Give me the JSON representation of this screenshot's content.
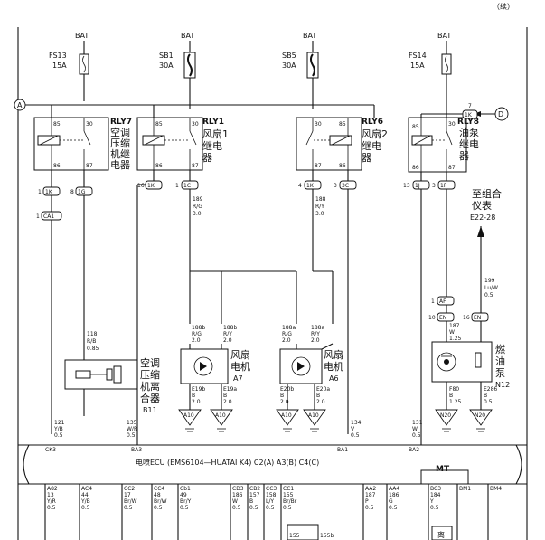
{
  "cont": "（续）",
  "bat": "BAT",
  "fuses": [
    {
      "id": "fs13",
      "name": "FS13",
      "rating": "15A"
    },
    {
      "id": "sb1",
      "name": "SB1",
      "rating": "30A"
    },
    {
      "id": "sb5",
      "name": "SB5",
      "rating": "30A"
    },
    {
      "id": "fs14",
      "name": "FS14",
      "rating": "15A"
    }
  ],
  "points": {
    "a": "A",
    "d": "D"
  },
  "relays": {
    "rly7": {
      "code": "RLY7",
      "name": [
        "空调",
        "压缩",
        "机继",
        "电器"
      ],
      "pins": [
        "85",
        "30",
        "86",
        "87"
      ]
    },
    "rly1": {
      "code": "RLY1",
      "name": [
        "风扇1",
        "继电",
        "器"
      ],
      "pins": [
        "85",
        "30",
        "86",
        "87"
      ]
    },
    "rly6": {
      "code": "RLY6",
      "name": [
        "风扇2",
        "继电",
        "器"
      ],
      "pins": [
        "30",
        "85",
        "87",
        "86"
      ]
    },
    "rly8": {
      "code": "RLY8",
      "name": [
        "油泵",
        "继电",
        "器"
      ],
      "pins": [
        "85",
        "30",
        "86",
        "87"
      ]
    }
  },
  "connectors": {
    "c1k_a": "1K",
    "c1g": "1G",
    "c1k_b": "1K",
    "c1c": "1C",
    "c3c": "3C",
    "c1j": "1J",
    "c1k_c": "1K",
    "c1f": "1F",
    "c1k_d": "1K",
    "ca1": "CA1",
    "caf": "AF",
    "cen1": "EN",
    "cen2": "EN"
  },
  "pin_nums": {
    "p1a": "1",
    "p8": "8",
    "p16": "16",
    "p1b": "1",
    "p4": "4",
    "p3": "3",
    "p13": "13",
    "p3b": "3",
    "p7": "7",
    "p1c": "1",
    "p1d": "1",
    "p10": "10",
    "p16b": "16"
  },
  "wires": {
    "w189": [
      "189",
      "R/G",
      "3.0"
    ],
    "w188": [
      "188",
      "R/Y",
      "3.0"
    ],
    "w118": [
      "118",
      "R/B",
      "0.85"
    ],
    "w188b": [
      "188b",
      "R/G",
      "2.0"
    ],
    "w188bb": [
      "188b",
      "R/Y",
      "2.0"
    ],
    "w188a": [
      "188a",
      "R/G",
      "2.0"
    ],
    "w188aa": [
      "188a",
      "R/Y",
      "2.0"
    ],
    "w199": [
      "199",
      "Lu/W",
      "0.5"
    ],
    "w187": [
      "187",
      "W",
      "1.25"
    ],
    "w196": [
      "E19b",
      "B",
      "2.0"
    ],
    "w19a": [
      "E19a",
      "B",
      "2.0"
    ],
    "w20b": [
      "E20b",
      "B",
      "2.0"
    ],
    "w20a": [
      "E20a",
      "B",
      "2.0"
    ],
    "wf80": [
      "F80",
      "B",
      "1.25"
    ],
    "w286": [
      "E286",
      "B",
      "0.5"
    ],
    "w121": [
      "121",
      "Y/B",
      "0.5"
    ],
    "w135": [
      "135",
      "W/R",
      "0.5"
    ],
    "w134": [
      "134",
      "V",
      "0.5"
    ],
    "w131": [
      "131",
      "W",
      "0.5"
    ]
  },
  "grounds": [
    "A10",
    "A10",
    "A10",
    "A10",
    "N20",
    "N20"
  ],
  "components": {
    "clutch": {
      "name": [
        "空调",
        "压缩",
        "机离",
        "合器"
      ],
      "code": "B11"
    },
    "fan1": {
      "name": [
        "风扇",
        "电机"
      ],
      "code": "A7"
    },
    "fan2": {
      "name": [
        "风扇",
        "电机"
      ],
      "code": "A6"
    },
    "pump": {
      "name": [
        "燃",
        "油",
        "泵"
      ],
      "code": "N12"
    }
  },
  "to_cluster": [
    "至组合",
    "仪表",
    "E22-28"
  ],
  "ecu_title": "电喷ECU (EMS6104—HUATAI K4) C2(A) A3(B) C4(C)",
  "ecu_pins": [
    "CK3",
    "BA3",
    "BA1",
    "BA2"
  ],
  "mt": "MT",
  "bottom_pins": [
    {
      "pin": "A82",
      "wire": "13",
      "color": "Y/R",
      "size": "0.5"
    },
    {
      "pin": "AC4",
      "wire": "44",
      "color": "Y/B",
      "size": "0.5"
    },
    {
      "pin": "CC2",
      "wire": "17",
      "color": "Br/W",
      "size": "0.5"
    },
    {
      "pin": "CC4",
      "wire": "48",
      "color": "Br/W",
      "size": "0.5"
    },
    {
      "pin": "Cb1",
      "wire": "49",
      "color": "Br/Y",
      "size": "0.5"
    },
    {
      "pin": "CD3",
      "wire": "186",
      "color": "W",
      "size": "0.5"
    },
    {
      "pin": "CB2",
      "wire": "157",
      "color": "B",
      "size": "0.5"
    },
    {
      "pin": "CC3",
      "wire": "158",
      "color": "L/Y",
      "size": "0.5"
    },
    {
      "pin": "CC1",
      "wire": "155",
      "color": "Br/Br",
      "size": "0.5"
    },
    {
      "pin": "AA2",
      "wire": "187",
      "color": "P",
      "size": "0.5"
    },
    {
      "pin": "AA4",
      "wire": "186",
      "color": "G",
      "size": "0.5"
    },
    {
      "pin": "BC3",
      "wire": "184",
      "color": "Y",
      "size": "0.5"
    },
    {
      "pin": "BM1",
      "wire": "",
      "color": "",
      "size": ""
    },
    {
      "pin": "BM4",
      "wire": "",
      "color": "",
      "size": ""
    }
  ],
  "bottom_extra": [
    "155",
    "155b",
    "离"
  ]
}
